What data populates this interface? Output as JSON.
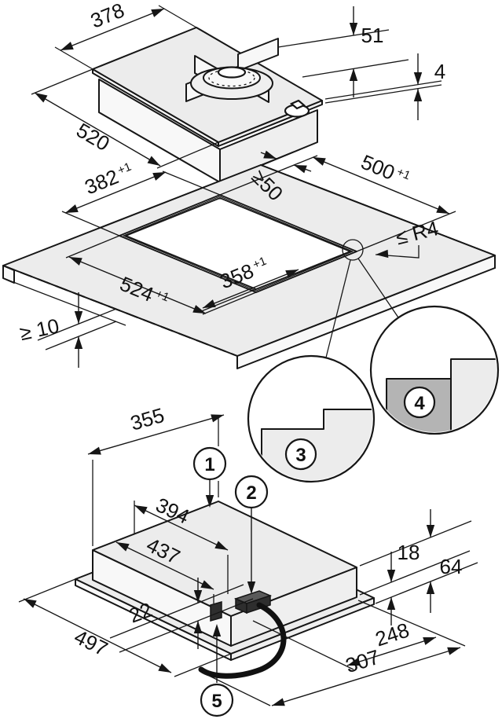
{
  "drawing": {
    "top_view": {
      "width": "378",
      "support_height": "51",
      "depth": "520",
      "glass_thickness": "4"
    },
    "cutout_view": {
      "flush_width": "382",
      "flush_width_tol": "+1",
      "rear_distance": "≥50",
      "std_depth": "500",
      "std_depth_tol": "+1",
      "corner_radius": "≤ R4",
      "flush_depth": "524",
      "flush_depth_tol": "+1",
      "std_width": "358",
      "std_width_tol": "+1",
      "worktop_thickness": "≥ 10",
      "detail_3": "3",
      "detail_4": "4"
    },
    "underside_view": {
      "width": "355",
      "gas_position_depth_1": "394",
      "gas_position_depth_2": "437",
      "lip_height": "22",
      "depth": "497",
      "frame_height": "18",
      "total_height": "64",
      "gas_position_right_1": "248",
      "gas_position_right_2": "307",
      "callout_1": "1",
      "callout_2": "2",
      "callout_5": "5"
    }
  }
}
